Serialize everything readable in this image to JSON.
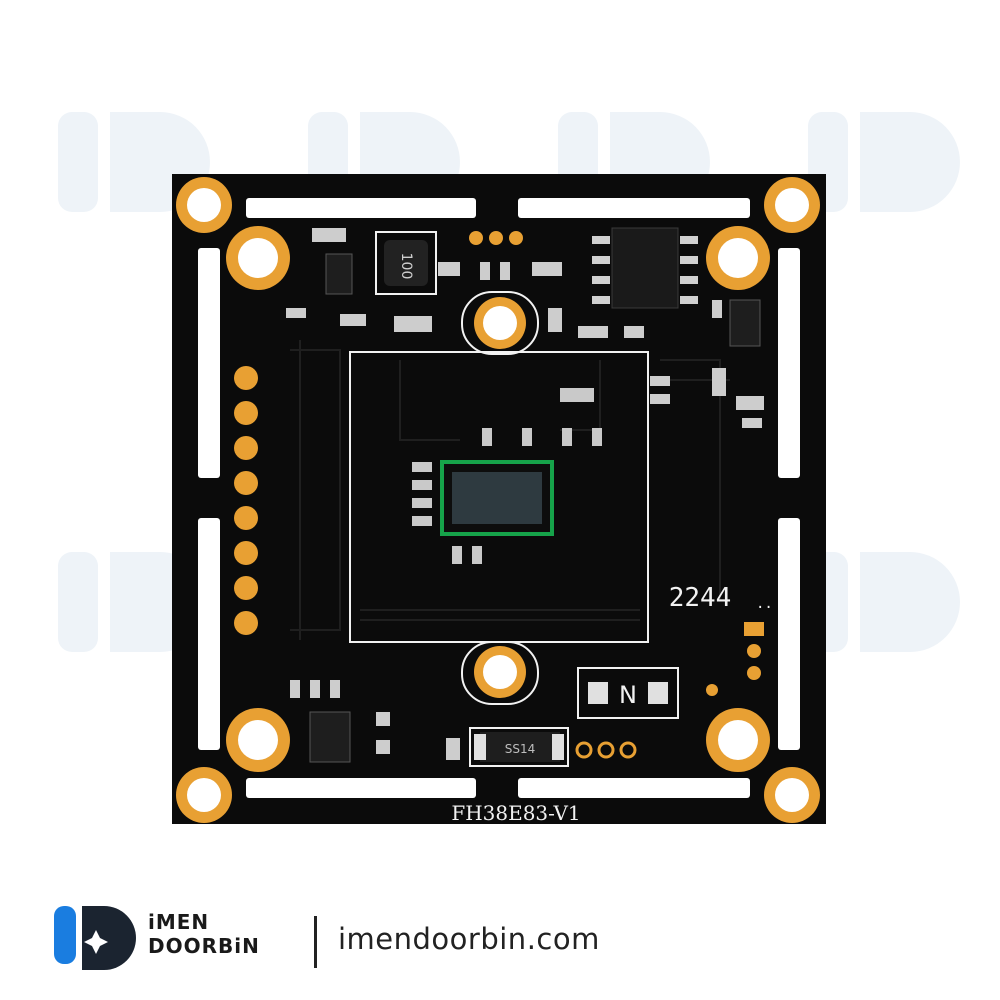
{
  "board": {
    "inductor_marking": "100",
    "date_code": "2244",
    "date_code_suffix": "..",
    "diode_marking": "SS14",
    "model_label": "FH38E83-V1",
    "component_marking": "N"
  },
  "footer": {
    "brand_line1": "iMEN",
    "brand_line2": "DOORBiN",
    "website": "imendoorbin.com"
  },
  "colors": {
    "pcb": "#0b0b0b",
    "gold": "#e8a033",
    "silkscreen": "#f2f2f2",
    "logo_blue": "#1a7de0",
    "logo_dark": "#1b2430",
    "sensor_glass": "#2e3a40"
  }
}
